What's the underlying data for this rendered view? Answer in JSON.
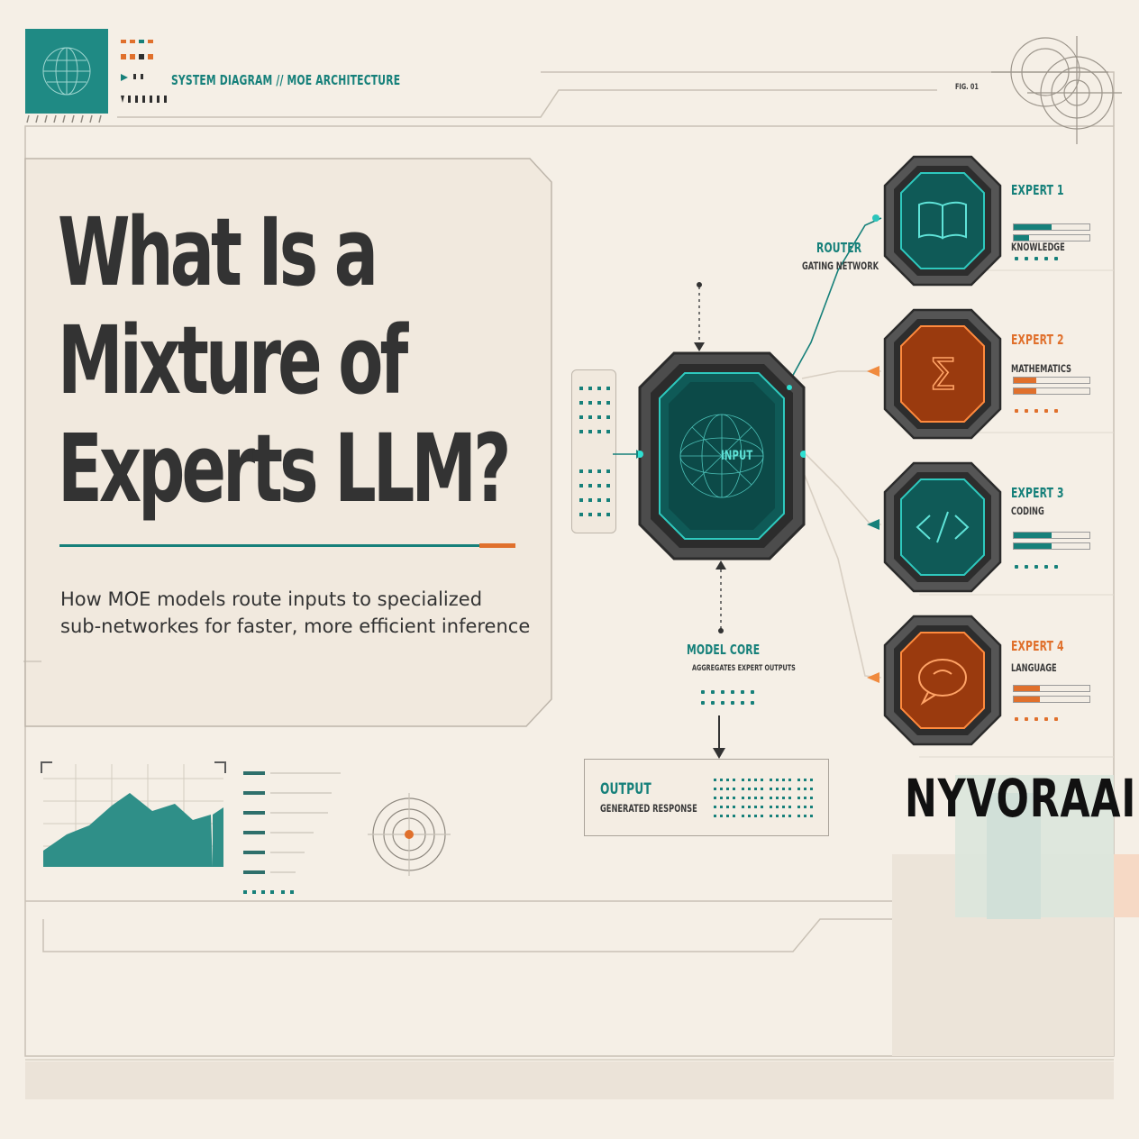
{
  "header": {
    "system_label": "SYSTEM DIAGRAM // MOE ARCHITECTURE",
    "fig_label": "FIG. 01"
  },
  "title": {
    "line1": "What Is a",
    "line2": "Mixture of",
    "line3": "Experts LLM?"
  },
  "subtitle": {
    "line1": "How MOE models route inputs to specialized",
    "line2": "sub-networkes for faster, more efficient inference"
  },
  "router": {
    "label": "ROUTER",
    "sublabel": "GATING NETWORK"
  },
  "input_node": {
    "label": "INPUT"
  },
  "model_core": {
    "label": "MODEL CORE",
    "sublabel": "AGGREGATES EXPERT OUTPUTS"
  },
  "output": {
    "label": "OUTPUT",
    "sublabel": "GENERATED RESPONSE"
  },
  "experts": [
    {
      "label": "EXPERT 1",
      "sublabel": "KNOWLEDGE",
      "color": "#16807a",
      "icon": "book-icon"
    },
    {
      "label": "EXPERT 2",
      "sublabel": "MATHEMATICS",
      "color": "#e0702c",
      "icon": "sigma-icon"
    },
    {
      "label": "EXPERT 3",
      "sublabel": "CODING",
      "color": "#16807a",
      "icon": "code-icon"
    },
    {
      "label": "EXPERT 4",
      "sublabel": "LANGUAGE",
      "color": "#e0702c",
      "icon": "chat-bubble-icon"
    }
  ],
  "brand": {
    "name": "NYVORAAI"
  },
  "colors": {
    "teal": "#16807a",
    "orange": "#e0702c",
    "background": "#f5efe6",
    "text": "#333333"
  }
}
